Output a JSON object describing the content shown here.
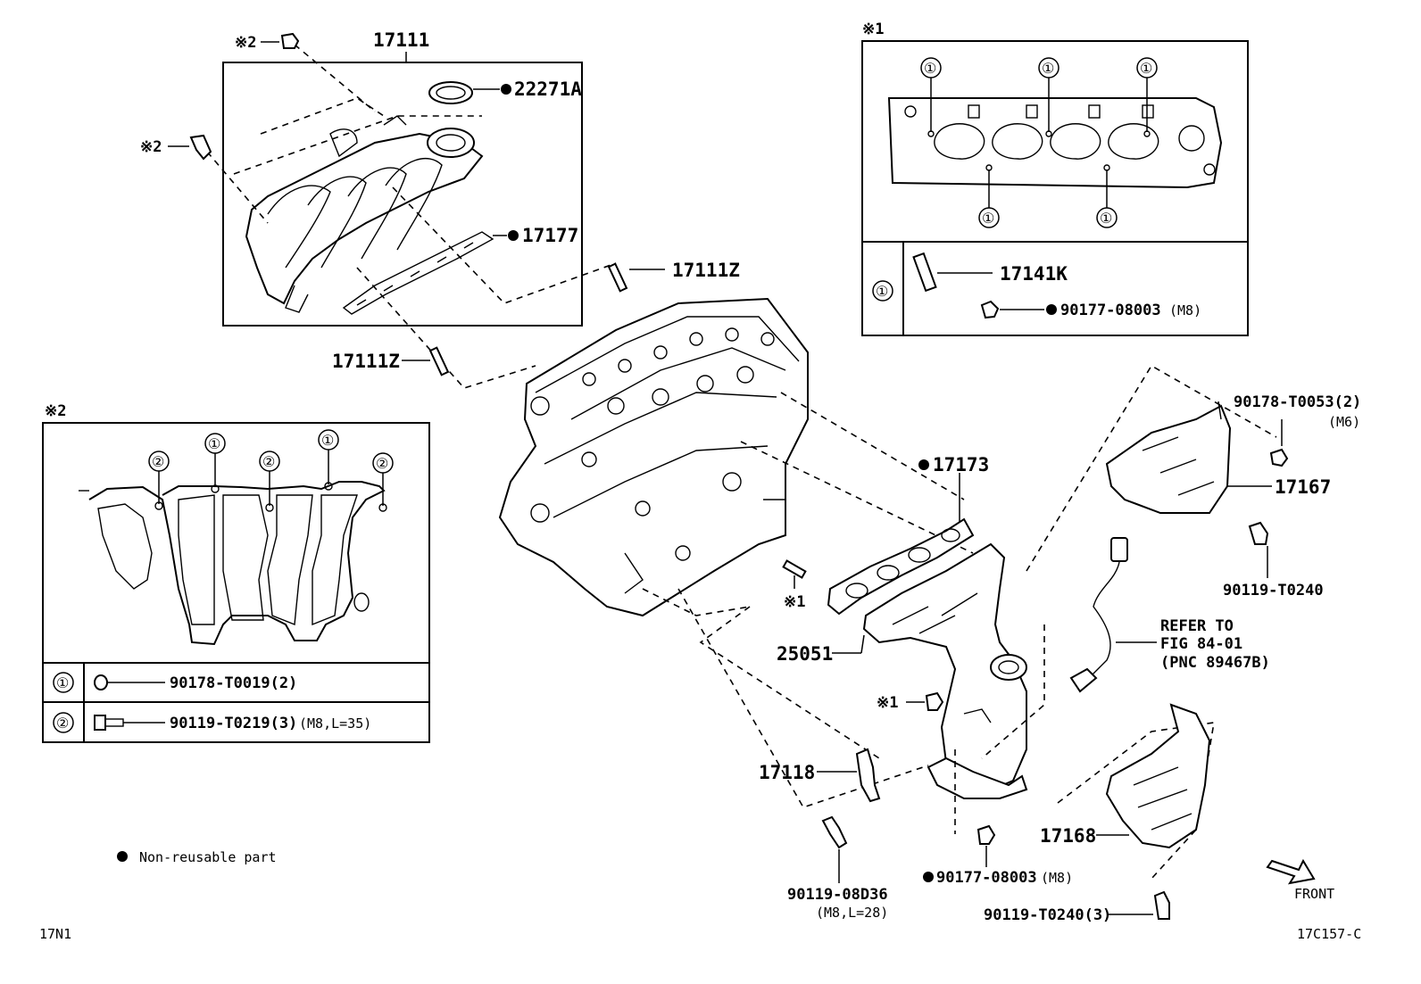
{
  "labels": {
    "p17111": "17111",
    "p22271A": "22271A",
    "p17177": "17177",
    "p17111Z_a": "17111Z",
    "p17111Z_b": "17111Z",
    "star2": "※2",
    "star1": "※1",
    "p17141K": "17141K",
    "p90177_top": "90177-08003",
    "p90177_top_spec": "(M8)",
    "p90178_T0053": "90178-T0053(2)",
    "p90178_T0053_spec": "(M6)",
    "p17167": "17167",
    "p90119_T0240": "90119-T0240",
    "p17173": "17173",
    "p25051": "25051",
    "refer1": "REFER TO",
    "refer2": "FIG 84-01",
    "refer3": "(PNC 89467B)",
    "p17118": "17118",
    "p90119_08D36": "90119-08D36",
    "p90119_08D36_spec": "(M8,L=28)",
    "p90177_bottom": "90177-08003",
    "p90177_bottom_spec": "(M8)",
    "p17168": "17168",
    "p90119_T0240_3": "90119-T0240(3)",
    "front": "FRONT",
    "p90178_T0019": "90178-T0019(2)",
    "p90119_T0219": "90119-T0219(3)",
    "p90119_T0219_spec": "(M8,L=35)",
    "circle1": "①",
    "circle2": "②",
    "nonreusable": "Non-reusable part",
    "code_left": "17N1",
    "code_right": "17C157-C"
  }
}
